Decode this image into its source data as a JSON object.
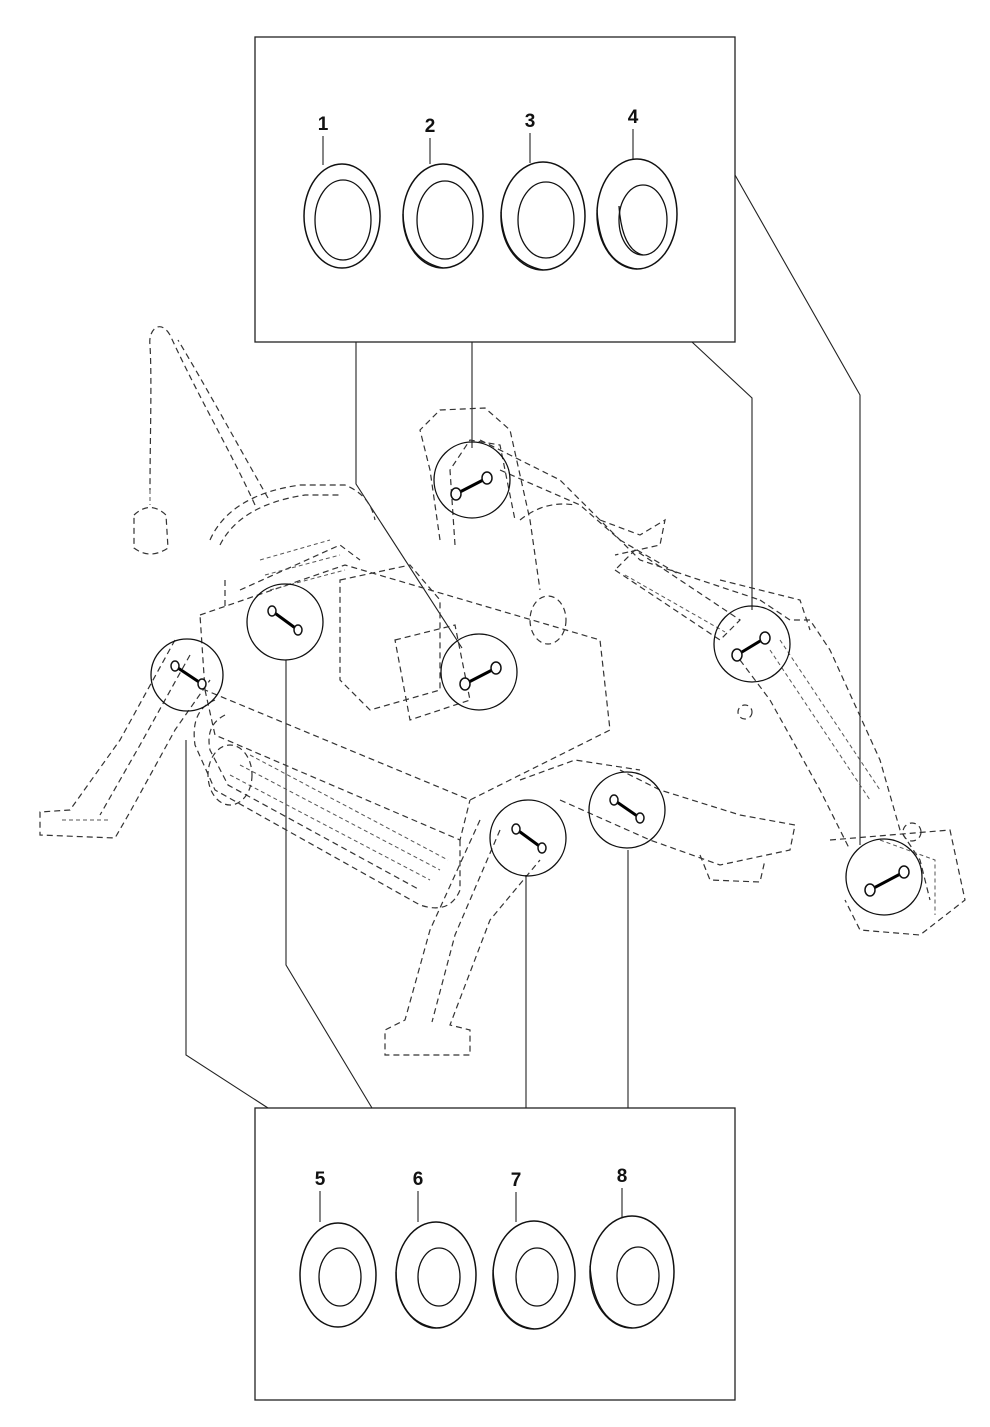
{
  "colors": {
    "line": "#222222",
    "background": "#ffffff"
  },
  "top_group": {
    "parts": [
      {
        "label": "1",
        "icon": "thin-washer-icon"
      },
      {
        "label": "2",
        "icon": "washer-icon"
      },
      {
        "label": "3",
        "icon": "washer-icon"
      },
      {
        "label": "4",
        "icon": "thick-washer-icon"
      }
    ]
  },
  "bottom_group": {
    "parts": [
      {
        "label": "5",
        "icon": "thin-washer-icon"
      },
      {
        "label": "6",
        "icon": "washer-icon"
      },
      {
        "label": "7",
        "icon": "washer-icon"
      },
      {
        "label": "8",
        "icon": "thick-washer-icon"
      }
    ]
  },
  "machine": {
    "icon": "demolition-robot-icon"
  }
}
